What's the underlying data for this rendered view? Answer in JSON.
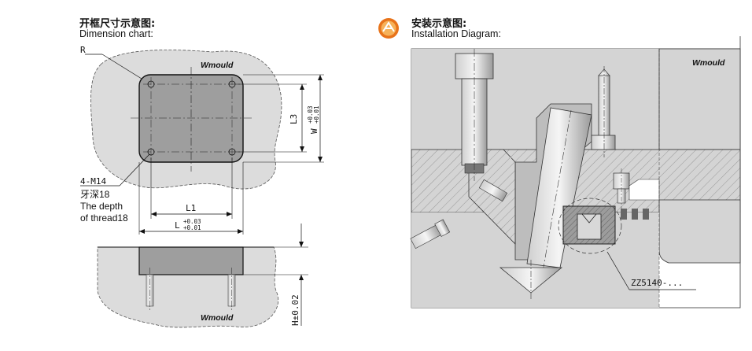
{
  "left_panel": {
    "title_cn": "开框尺寸示意图:",
    "title_en": "Dimension chart:",
    "brand_top": "Wmould",
    "brand_bottom": "Wmould",
    "label_r": "R",
    "label_l3": "L3",
    "label_w": "W",
    "tol_w_upper": "+0.03",
    "tol_w_lower": "+0.01",
    "label_l1": "L1",
    "label_l": "L",
    "tol_l_upper": "+0.03",
    "tol_l_lower": "+0.01",
    "thread_spec": "4-M14",
    "thread_depth_cn": "牙深18",
    "thread_depth_en_1": "The depth",
    "thread_depth_en_2": "of thread18",
    "label_h": "H±0.02"
  },
  "right_panel": {
    "title_cn": "安装示意图:",
    "title_en": "Installation Diagram:",
    "brand": "Wmould",
    "part_label": "ZZ5140-...",
    "logo_icon": "wmould-logo-icon",
    "colors": {
      "plate": "#d4d4d4",
      "part": "#9c9c9c",
      "hatch": "#8a8a8a"
    }
  }
}
